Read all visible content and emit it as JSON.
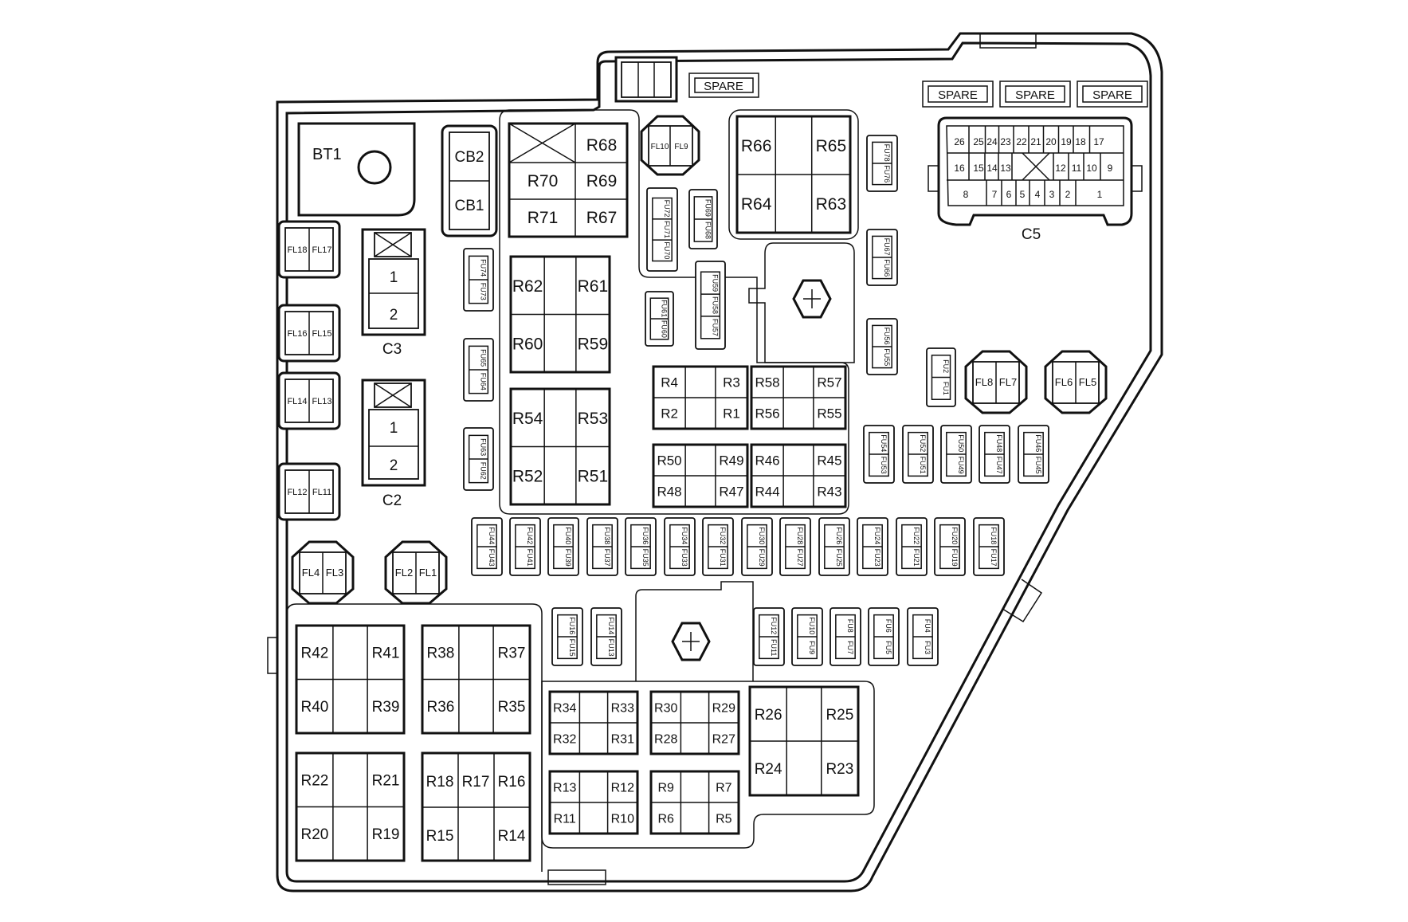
{
  "battery_label": "BT1",
  "circuit_breakers": [
    "CB2",
    "CB1"
  ],
  "spare_labels": [
    "SPARE",
    "SPARE",
    "SPARE",
    "SPARE"
  ],
  "connector_c3": {
    "label": "C3",
    "pins": [
      "1",
      "2"
    ]
  },
  "connector_c2": {
    "label": "C2",
    "pins": [
      "1",
      "2"
    ]
  },
  "connector_c5": {
    "label": "C5",
    "row1": [
      "26",
      "25",
      "24",
      "23",
      "22",
      "21",
      "20",
      "19",
      "18",
      "17"
    ],
    "row2": [
      "16",
      "15",
      "14",
      "13",
      "12",
      "11",
      "10",
      "9"
    ],
    "row3": [
      "8",
      "7",
      "6",
      "5",
      "4",
      "3",
      "2",
      "1"
    ]
  },
  "left_fuse_pairs": [
    [
      "FL18",
      "FL17"
    ],
    [
      "FL16",
      "FL15"
    ],
    [
      "FL14",
      "FL13"
    ],
    [
      "FL12",
      "FL11"
    ]
  ],
  "round_fuse_pairs": [
    [
      "FL4",
      "FL3"
    ],
    [
      "FL2",
      "FL1"
    ],
    [
      "FL10",
      "FL9"
    ],
    [
      "FL8",
      "FL7"
    ],
    [
      "FL6",
      "FL5"
    ]
  ],
  "relay_block_top": [
    "R68",
    "R70",
    "R69",
    "R71",
    "R67"
  ],
  "relay_groups": [
    [
      "R62",
      "R61",
      "R60",
      "R59"
    ],
    [
      "R54",
      "R53",
      "R52",
      "R51"
    ],
    [
      "R66",
      "R65",
      "R64",
      "R63"
    ],
    [
      "R4",
      "R3",
      "R2",
      "R1"
    ],
    [
      "R58",
      "R57",
      "R56",
      "R55"
    ],
    [
      "R50",
      "R49",
      "R48",
      "R47"
    ],
    [
      "R46",
      "R45",
      "R44",
      "R43"
    ],
    [
      "R42",
      "R41",
      "R40",
      "R39"
    ],
    [
      "R38",
      "R37",
      "R36",
      "R35"
    ],
    [
      "R22",
      "R21",
      "R20",
      "R19"
    ],
    [
      "R34",
      "R33",
      "R32",
      "R31"
    ],
    [
      "R30",
      "R29",
      "R28",
      "R27"
    ],
    [
      "R13",
      "R12",
      "R11",
      "R10"
    ],
    [
      "R9",
      "R7",
      "R6",
      "R5"
    ],
    [
      "R26",
      "R25",
      "R24",
      "R23"
    ]
  ],
  "relay_r18_group": [
    "R18",
    "R17",
    "R16",
    "R15",
    "R14"
  ],
  "mini_fuse_pairs": [
    [
      "FU74",
      "FU73"
    ],
    [
      "FU65",
      "FU64"
    ],
    [
      "FU63",
      "FU62"
    ],
    [
      "FU72",
      "FU71",
      "FU70"
    ],
    [
      "FU69",
      "FU68"
    ],
    [
      "FU61",
      "FU60"
    ],
    [
      "FU59",
      "FU58",
      "FU57"
    ],
    [
      "FU78",
      "FU76"
    ],
    [
      "FU67",
      "FU66"
    ],
    [
      "FU56",
      "FU55"
    ],
    [
      "FU2",
      "FU1"
    ],
    [
      "FU54",
      "FU53"
    ],
    [
      "FU52",
      "FU51"
    ],
    [
      "FU50",
      "FU49"
    ],
    [
      "FU48",
      "FU47"
    ],
    [
      "FU46",
      "FU45"
    ],
    [
      "FU44",
      "FU43"
    ],
    [
      "FU42",
      "FU41"
    ],
    [
      "FU40",
      "FU39"
    ],
    [
      "FU38",
      "FU37"
    ],
    [
      "FU36",
      "FU35"
    ],
    [
      "FU34",
      "FU33"
    ],
    [
      "FU32",
      "FU31"
    ],
    [
      "FU30",
      "FU29"
    ],
    [
      "FU28",
      "FU27"
    ],
    [
      "FU26",
      "FU25"
    ],
    [
      "FU24",
      "FU23"
    ],
    [
      "FU22",
      "FU21"
    ],
    [
      "FU20",
      "FU19"
    ],
    [
      "FU18",
      "FU17"
    ],
    [
      "FU16",
      "FU15"
    ],
    [
      "FU14",
      "FU13"
    ],
    [
      "FU12",
      "FU11"
    ],
    [
      "FU10",
      "FU9"
    ],
    [
      "FU8",
      "FU7"
    ],
    [
      "FU6",
      "FU5"
    ],
    [
      "FU4",
      "FU3"
    ]
  ]
}
